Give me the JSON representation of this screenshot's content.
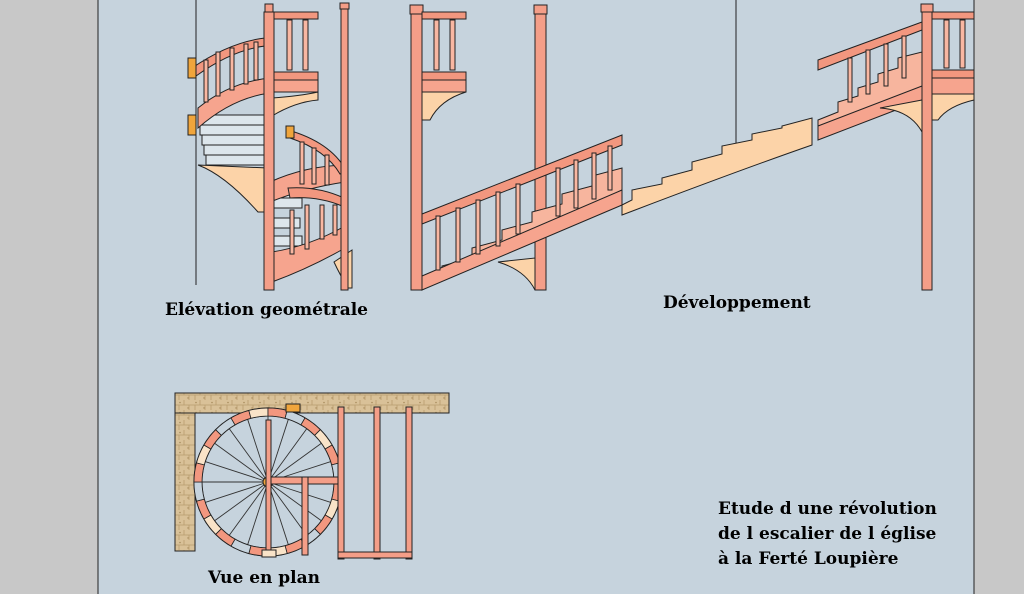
{
  "captions": {
    "elevation": "Elévation geométrale",
    "development": "Développement",
    "plan": "Vue en plan"
  },
  "title_block": [
    "Etude d une révolution",
    "de l escalier de l église",
    "à la Ferté Loupière"
  ],
  "colors": {
    "sheet": "#c6d3dd",
    "margin": "#c8c8c8",
    "stringer": "#f6a48e",
    "post": "#f49e88",
    "rail": "#f2977f",
    "baluster": "#f9b7a2",
    "bracket": "#fcd3a8",
    "step_face": "#f7b59e",
    "handrail_end": "#f0a53c",
    "stone": "#d9c198",
    "outline": "#222222"
  }
}
